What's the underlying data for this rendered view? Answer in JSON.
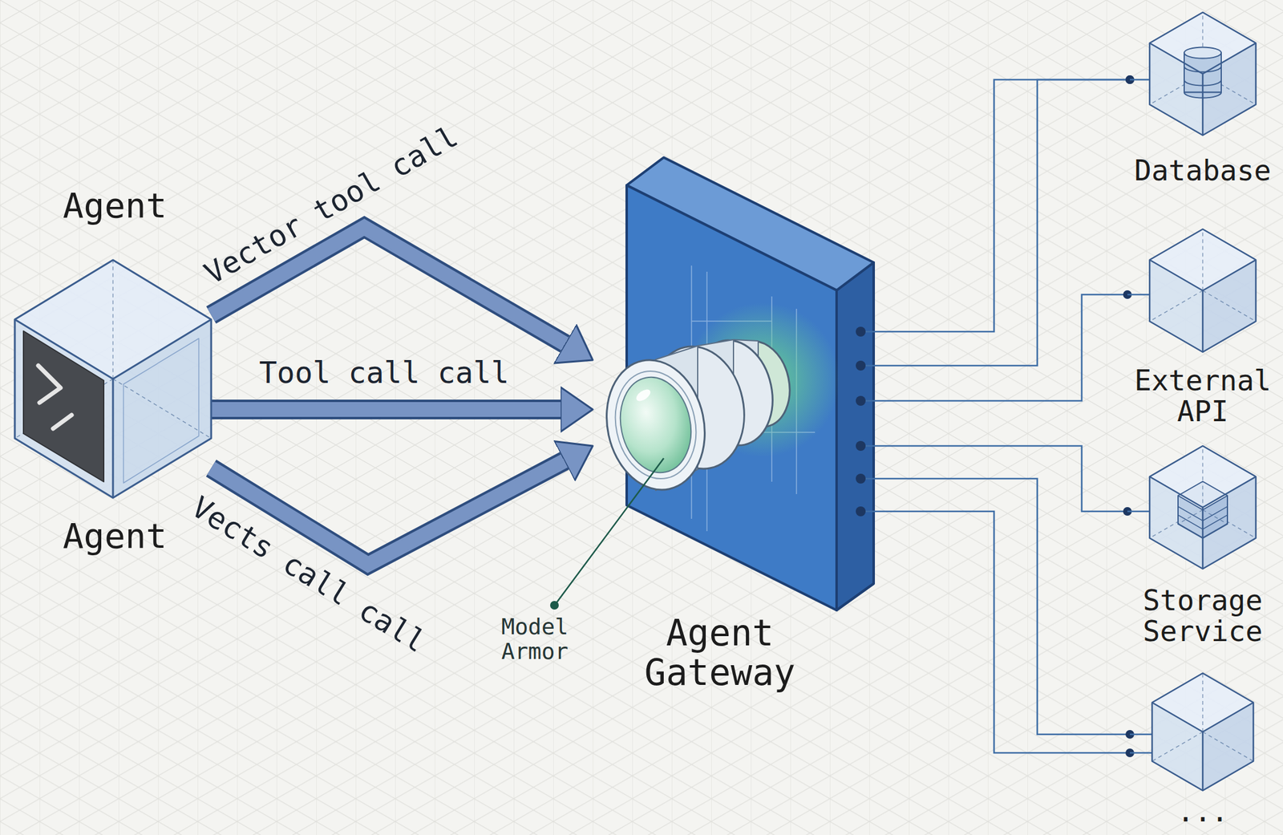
{
  "diagram": {
    "nodes": [
      {
        "text": [
          "Agent",
          "Agent"
        ]
      },
      {
        "text": [
          "Agent Gateway"
        ]
      },
      {
        "text": [
          "Database"
        ]
      },
      {
        "text": [
          "External API"
        ]
      },
      {
        "text": [
          "Storage Service"
        ]
      },
      {
        "text": [
          "..."
        ]
      }
    ],
    "edges": [
      {
        "from": 0,
        "to": 1,
        "arrow": "to",
        "label": "Vector tool call"
      },
      {
        "from": 0,
        "to": 1,
        "arrow": "to",
        "label": "Tool call call"
      },
      {
        "from": 0,
        "to": 1,
        "arrow": "to",
        "label": "Vects call call"
      },
      {
        "from": 1,
        "to": 2,
        "arrow": "none"
      },
      {
        "from": 1,
        "to": 2,
        "arrow": "none"
      },
      {
        "from": 1,
        "to": 3,
        "arrow": "none"
      },
      {
        "from": 1,
        "to": 4,
        "arrow": "none"
      },
      {
        "from": 1,
        "to": 5,
        "arrow": "none"
      },
      {
        "from": 1,
        "to": 5,
        "arrow": "none"
      }
    ],
    "labels": [
      "Model Armor"
    ]
  }
}
